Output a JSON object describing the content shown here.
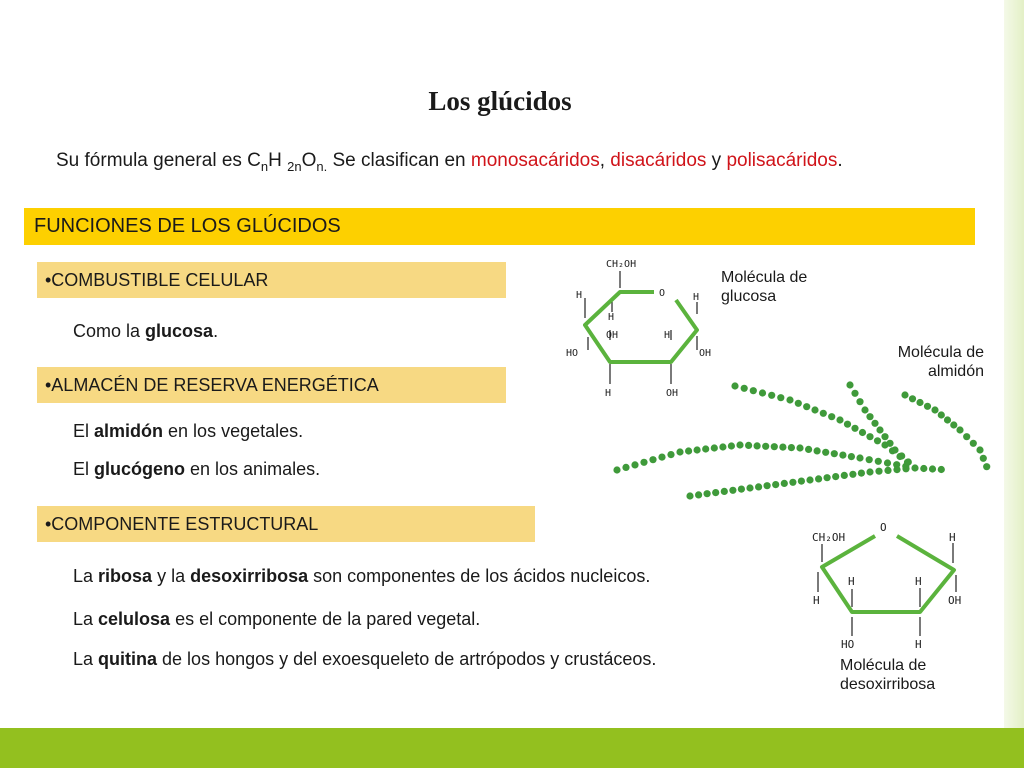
{
  "slide": {
    "title": "Los glúcidos",
    "formula": {
      "intro": "Su fórmula general es ",
      "formula_text": "C",
      "sub_n": "n",
      "formula_h": "H ",
      "sub_2n": "2n",
      "formula_o": "O",
      "sub_n_dot": "n.",
      "classify": " Se clasifican en ",
      "mono": "monosacáridos",
      "comma": ", ",
      "di": "disacáridos",
      "and": " y ",
      "poli": "polisacáridos",
      "end": "."
    },
    "main_heading": "FUNCIONES DE LOS GLÚCIDOS",
    "sections": {
      "fuel": {
        "heading": "•COMBUSTIBLE CELULAR",
        "line1_pre": "Como la ",
        "line1_bold": "glucosa",
        "line1_post": "."
      },
      "reserve": {
        "heading": "•ALMACÉN DE RESERVA ENERGÉTICA",
        "line1_pre": "El ",
        "line1_bold": "almidón",
        "line1_post": " en los vegetales.",
        "line2_pre": "El ",
        "line2_bold": "glucógeno",
        "line2_post": " en los animales."
      },
      "structural": {
        "heading": "•COMPONENTE ESTRUCTURAL",
        "line1_pre": "La ",
        "line1_bold": "ribosa",
        "line1_mid": " y la ",
        "line1_bold2": "desoxirribosa",
        "line1_post": " son componentes de los ácidos nucleicos.",
        "line2_pre": "La ",
        "line2_bold": "celulosa",
        "line2_post": " es el componente de la pared vegetal.",
        "line3_pre": "La ",
        "line3_bold": "quitina",
        "line3_post": " de los hongos y del exoesqueleto de artrópodos y crustáceos."
      }
    },
    "figures": {
      "glucose": {
        "label_line1": "Molécula de",
        "label_line2": "glucosa",
        "atoms": {
          "ch2oh": "CH₂OH",
          "o": "O",
          "h": "H",
          "oh": "OH",
          "ho": "HO"
        }
      },
      "starch": {
        "label_line1": "Molécula de",
        "label_line2": "almidón"
      },
      "deoxyribose": {
        "label_line1": "Molécula de",
        "label_line2": "desoxirribosa",
        "atoms": {
          "ch2oh": "CH₂OH",
          "o": "O",
          "h": "H",
          "oh": "OH",
          "ho": "HO"
        }
      }
    },
    "colors": {
      "accent_red": "#d0141a",
      "main_band": "#fdd000",
      "section_band": "#f7d983",
      "bond_green": "#4caf3a",
      "bottom_bar": "#93c01f"
    }
  }
}
